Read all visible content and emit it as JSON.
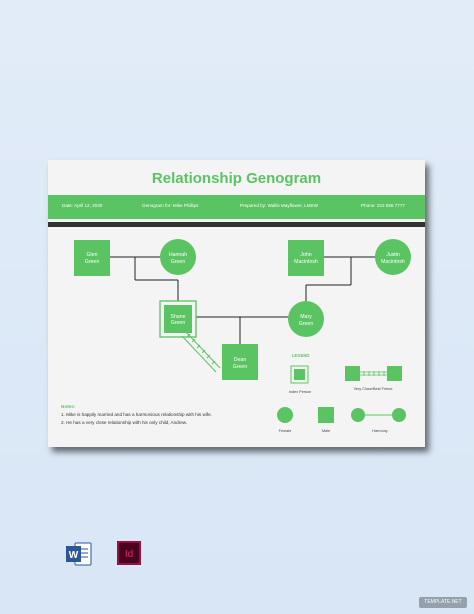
{
  "document": {
    "title": "Relationship Genogram",
    "info": {
      "date": "Date: April 12, 2030",
      "genogram_for": "Genogram for: Mike Phillips",
      "prepared_by": "Prepared by: Wallis Mayflower, LMSW",
      "phone": "Phone: 222 555 7777"
    }
  },
  "people": {
    "glen": "Glen Green",
    "hannah": "Hannah Green",
    "shane": "Shane Green",
    "dean": "Dean Green",
    "john": "John Macintosh",
    "justin": "Justin Macintosh",
    "mary": "Mary Green"
  },
  "legend": {
    "title": "LEGEND",
    "index_person": "Index Person",
    "close_friend": "Very Close/Best Friend",
    "female": "Female",
    "male": "Male",
    "harmony": "Harmony"
  },
  "notes": {
    "title": "Notes:",
    "items": [
      "1. Mike is happily married and has a harmonious relationship with his wife.",
      "2. He has a very close relationship with his only child, Andrew."
    ]
  },
  "apps": {
    "word_label": "W",
    "indesign_label": "Id"
  },
  "watermark": "TEMPLATE.NET",
  "colors": {
    "accent": "#5ac462",
    "dark_bar": "#333333",
    "word_blue": "#2b5797",
    "indesign_pink": "#e0245e"
  }
}
